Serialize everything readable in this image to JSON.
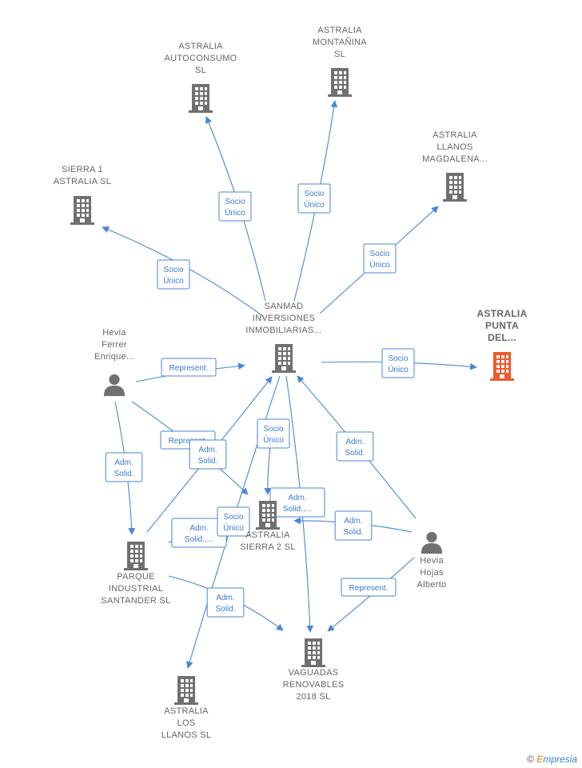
{
  "colors": {
    "edge": "#4a86d6",
    "building": "#707070",
    "building_highlight": "#ee5a2e",
    "person": "#707070",
    "label": "#666666"
  },
  "nodes": [
    {
      "id": "astralia_autoconsumo",
      "type": "company",
      "lines": [
        "ASTRALIA",
        "AUTOCONSUMO",
        "SL"
      ]
    },
    {
      "id": "astralia_montanina",
      "type": "company",
      "lines": [
        "ASTRALIA",
        "MONTAÑINA",
        "SL"
      ]
    },
    {
      "id": "astralia_llanos_magdalena",
      "type": "company",
      "lines": [
        "ASTRALIA",
        "LLANOS",
        "MAGDALENA..."
      ]
    },
    {
      "id": "sierra1_astralia",
      "type": "company",
      "lines": [
        "SIERRA 1",
        "ASTRALIA  SL"
      ]
    },
    {
      "id": "sanmad",
      "type": "company",
      "lines": [
        "SANMAD",
        "INVERSIONES",
        "INMOBILIARIAS..."
      ]
    },
    {
      "id": "astralia_punta",
      "type": "company",
      "highlight": true,
      "lines": [
        "ASTRALIA",
        "PUNTA",
        "DEL..."
      ]
    },
    {
      "id": "hevia_ferrer",
      "type": "person",
      "lines": [
        "Hevia",
        "Ferrer",
        "Enrique..."
      ]
    },
    {
      "id": "astralia_sierra2",
      "type": "company",
      "lines": [
        "ASTRALIA",
        "SIERRA 2  SL"
      ]
    },
    {
      "id": "parque_industrial",
      "type": "company",
      "lines": [
        "PARQUE",
        "INDUSTRIAL",
        "SANTANDER SL"
      ]
    },
    {
      "id": "hevia_hojas",
      "type": "person",
      "lines": [
        "Hevia",
        "Hojas",
        "Alberto"
      ]
    },
    {
      "id": "vaguadas",
      "type": "company",
      "lines": [
        "VAGUADAS",
        "RENOVABLES",
        "2018  SL"
      ]
    },
    {
      "id": "astralia_los_llanos",
      "type": "company",
      "lines": [
        "ASTRALIA",
        "LOS",
        "LLANOS  SL"
      ]
    }
  ],
  "edges": [
    {
      "from": "sanmad",
      "to": "astralia_autoconsumo",
      "label": [
        "Socio",
        "Único"
      ]
    },
    {
      "from": "sanmad",
      "to": "astralia_montanina",
      "label": [
        "Socio",
        "Único"
      ]
    },
    {
      "from": "sanmad",
      "to": "astralia_llanos_magdalena",
      "label": [
        "Socio",
        "Único"
      ]
    },
    {
      "from": "sanmad",
      "to": "sierra1_astralia",
      "label": [
        "Socio",
        "Único"
      ]
    },
    {
      "from": "sanmad",
      "to": "astralia_punta",
      "label": [
        "Socio",
        "Único"
      ]
    },
    {
      "from": "hevia_ferrer",
      "to": "sanmad",
      "label": [
        "Represent."
      ]
    },
    {
      "from": "hevia_ferrer",
      "to": "parque_industrial",
      "label": [
        "Adm.",
        "Solid."
      ]
    },
    {
      "from": "hevia_ferrer",
      "to": "astralia_sierra2",
      "label": [
        "Represent."
      ]
    },
    {
      "from": "parque_industrial",
      "to": "sanmad",
      "label": [
        "Adm.",
        "Solid."
      ]
    },
    {
      "from": "sanmad",
      "to": "astralia_sierra2",
      "label": [
        "Socio",
        "Único"
      ]
    },
    {
      "from": "sanmad",
      "to": "vaguadas",
      "label": [
        "Adm.",
        "Solid.,..."
      ]
    },
    {
      "from": "hevia_hojas",
      "to": "sanmad",
      "label": [
        "Adm.",
        "Solid."
      ]
    },
    {
      "from": "hevia_hojas",
      "to": "astralia_sierra2",
      "label": [
        "Adm.",
        "Solid."
      ]
    },
    {
      "from": "hevia_hojas",
      "to": "vaguadas",
      "label": [
        "Represent."
      ]
    },
    {
      "from": "parque_industrial",
      "to": "astralia_sierra2",
      "label": [
        "Adm.",
        "Solid.,..."
      ]
    },
    {
      "from": "sanmad",
      "to": "astralia_los_llanos",
      "label": [
        "Socio",
        "Único"
      ]
    },
    {
      "from": "parque_industrial",
      "to": "vaguadas",
      "label": [
        "Adm.",
        "Solid."
      ]
    }
  ],
  "footer": {
    "copyright": "©",
    "brand_initial": "E",
    "brand_rest": "mpresia"
  }
}
